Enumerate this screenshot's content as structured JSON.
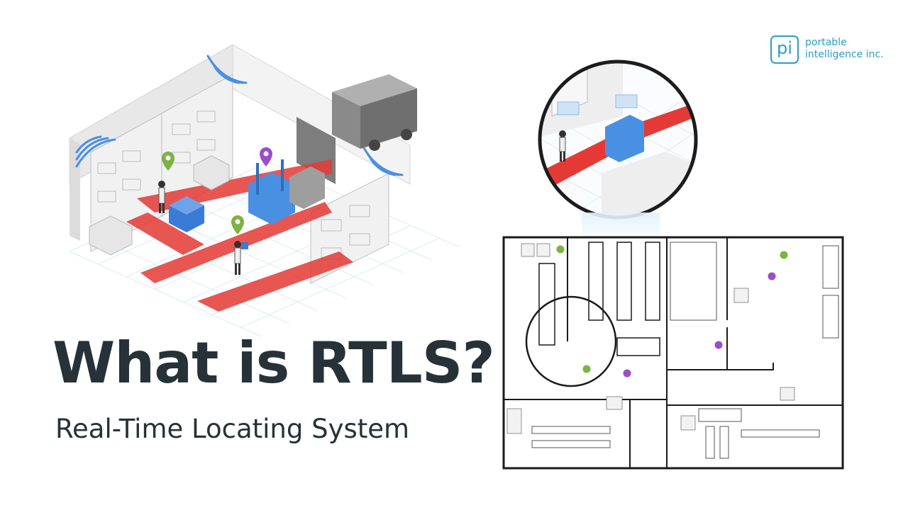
{
  "heading": {
    "title": "What is RTLS?",
    "subtitle": "Real-Time Locating System"
  },
  "brand": {
    "mark": "pi",
    "name_line1": "portable",
    "name_line2": "intelligence inc.",
    "color": "#2a9ec5"
  },
  "colors": {
    "title_text": "#263238",
    "route": "#e53935",
    "forklift": "#4a90e2",
    "pallet": "#3a7bd5",
    "tag_green": "#7cb342",
    "tag_purple": "#9c4dcc",
    "grid": "#cfe3f3"
  },
  "illustration": {
    "icons": [
      "wifi-signal-icon",
      "location-pin-icon",
      "forklift-icon",
      "worker-icon",
      "truck-icon"
    ]
  }
}
